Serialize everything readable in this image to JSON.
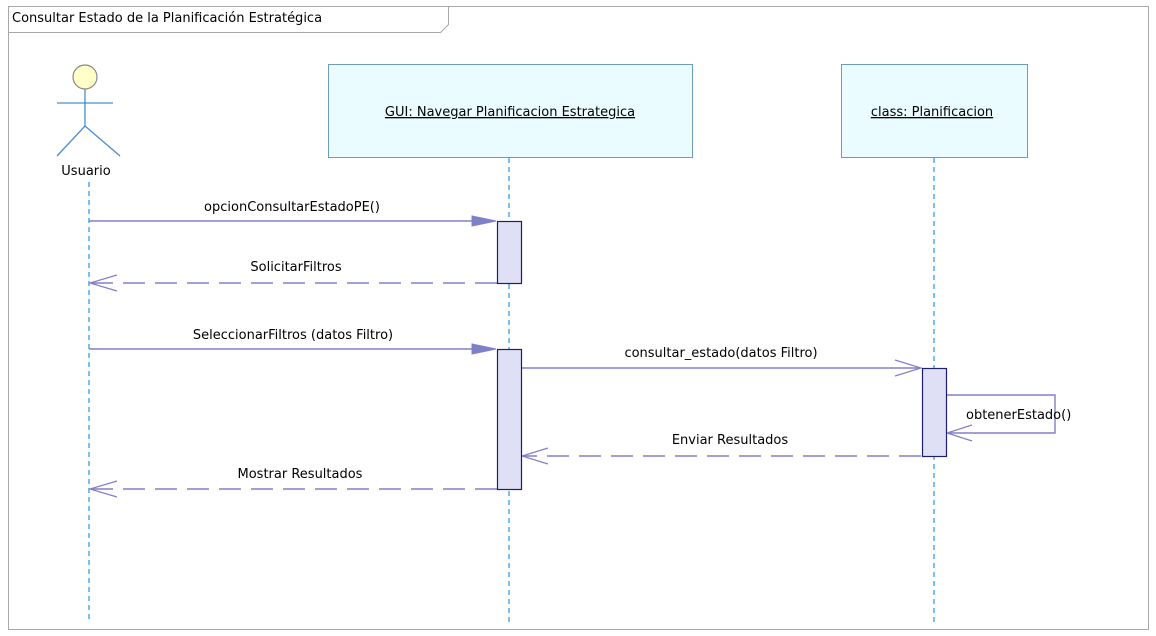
{
  "frame": {
    "title": "Consultar Estado de la Planificación Estratégica"
  },
  "actor": {
    "name": "Usuario"
  },
  "lifelines": [
    {
      "label": "GUI: Navegar Planificacion Estrategica"
    },
    {
      "label": "class: Planificacion"
    }
  ],
  "messages": [
    {
      "label": "opcionConsultarEstadoPE()",
      "kind": "synchronous"
    },
    {
      "label": "SolicitarFiltros",
      "kind": "return"
    },
    {
      "label": "SeleccionarFiltros (datos Filtro)",
      "kind": "synchronous"
    },
    {
      "label": "consultar_estado(datos Filtro)",
      "kind": "synchronous"
    },
    {
      "label": "obtenerEstado()",
      "kind": "self"
    },
    {
      "label": "Enviar Resultados",
      "kind": "return"
    },
    {
      "label": "Mostrar Resultados",
      "kind": "return"
    }
  ],
  "colors": {
    "lifeline_fill": "#eafcff",
    "lifeline_line": "#2196e8",
    "message": "#8080c8",
    "activation_fill": "#dfe0f6",
    "actor_head": "#ffffc8"
  }
}
